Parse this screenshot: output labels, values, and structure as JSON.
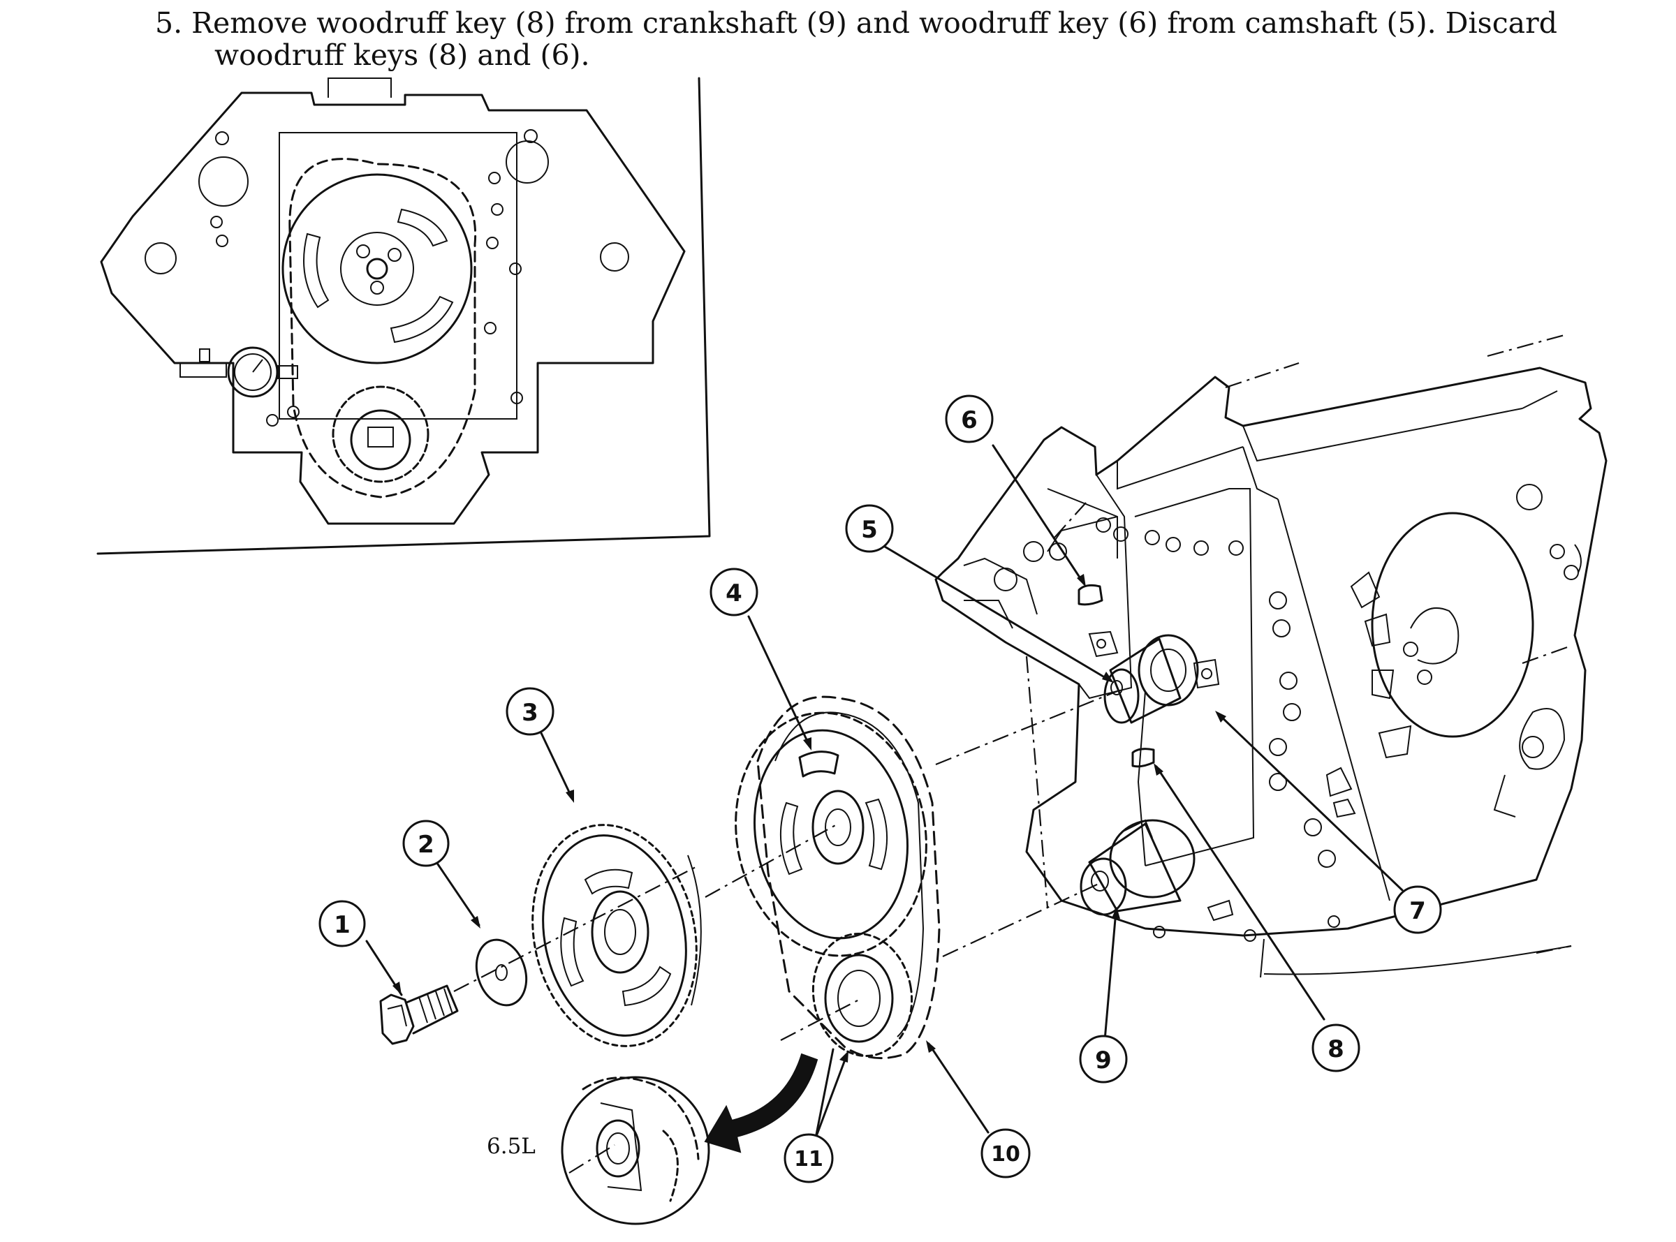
{
  "instruction": {
    "line1": "5. Remove woodruff key (8) from crankshaft (9) and woodruff key (6) from camshaft  (5). Discard",
    "line2": "woodruff keys (8) and (6)."
  },
  "callouts": [
    {
      "id": "1"
    },
    {
      "id": "2"
    },
    {
      "id": "3"
    },
    {
      "id": "4"
    },
    {
      "id": "5"
    },
    {
      "id": "6"
    },
    {
      "id": "7"
    },
    {
      "id": "8"
    },
    {
      "id": "9"
    },
    {
      "id": "10"
    },
    {
      "id": "11"
    }
  ],
  "variant_label": "6.5L"
}
